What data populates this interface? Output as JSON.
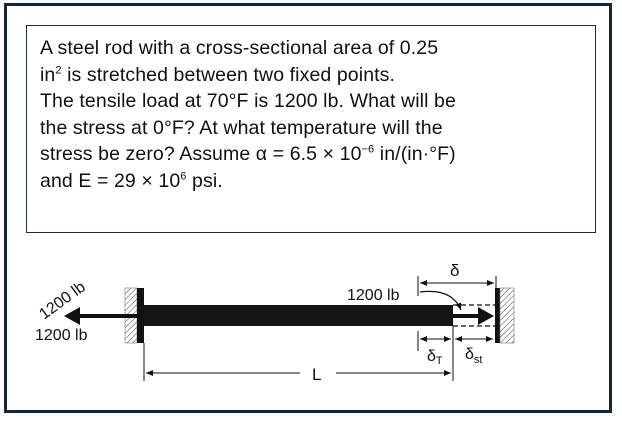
{
  "problem": {
    "line1": "A steel rod with a cross-sectional area of 0.25",
    "line2_a": "in",
    "line2_sup": "2",
    "line2_b": " is stretched between two fixed points.",
    "line3": "The tensile load at 70°F is 1200 lb. What will be",
    "line4": "the stress at 0°F? At what temperature will the",
    "line5_a": "stress be zero? Assume α = 6.5 × 10",
    "line5_sup": "−6",
    "line5_b": " in/(in·°F)",
    "line6_a": "and E = 29 × 10",
    "line6_sup": "6",
    "line6_b": " psi."
  },
  "diagram": {
    "load_rotated": "1200 lb",
    "load_left": "1200 lb",
    "load_right": "1200 lb",
    "delta": "δ",
    "delta_t": "δ",
    "delta_t_sub": "T",
    "delta_st": "δ",
    "delta_st_sub": "st",
    "length": "L"
  }
}
